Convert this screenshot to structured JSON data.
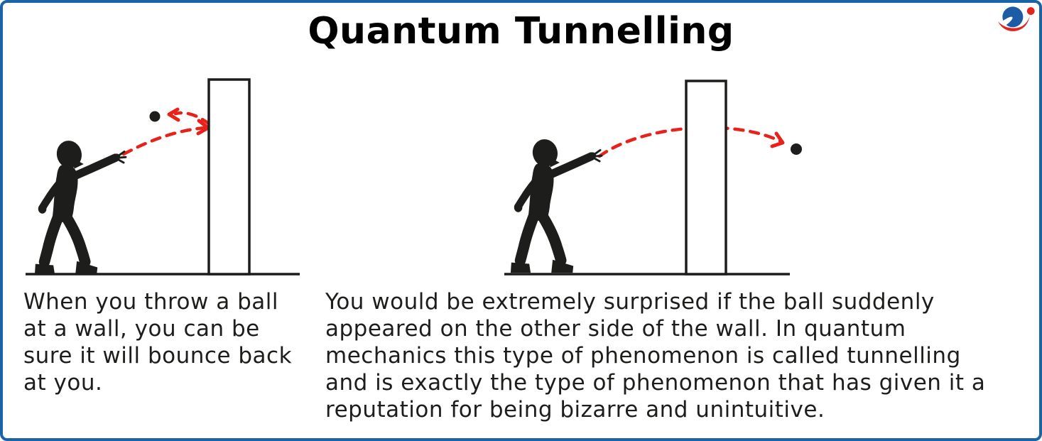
{
  "page": {
    "title": "Quantum Tunnelling"
  },
  "panels": {
    "left": {
      "caption": "When you throw a ball\nat a wall, you can be\nsure it will bounce back\nat you.",
      "illustration": "person throwing ball at wall, ball bounces back"
    },
    "right": {
      "caption": "You would be extremely surprised if the ball suddenly\nappeared on the other side of the wall. In quantum\nmechanics this type of phenomenon is called tunnelling\nand is exactly the type of phenomenon that has given it a\nreputation for being bizarre and unintuitive.",
      "illustration": "person throwing ball through wall, ball appears on other side"
    }
  },
  "logo": {
    "icon": "sphere-swoosh-logo"
  },
  "colors": {
    "border_blue": "#1b63a7",
    "accent_red": "#e8211a",
    "ink": "#1d1d1b",
    "wall_fill": "#ffffff",
    "logo_blue": "#1d5ca5",
    "logo_red": "#e0251c"
  }
}
